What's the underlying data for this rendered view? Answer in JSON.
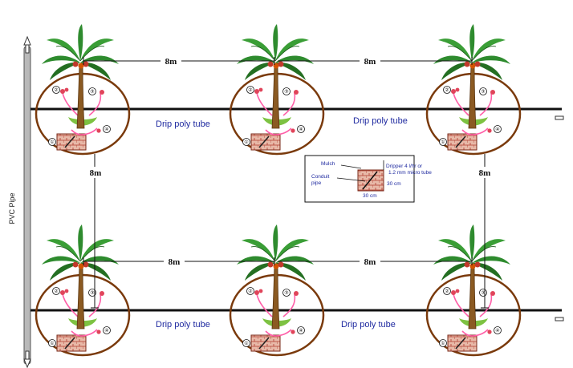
{
  "labels": {
    "drip_tube": "Drip poly tube",
    "pvc_pipe": "PVC Pipe",
    "spacing": "8m"
  },
  "markers": [
    "①",
    "②",
    "③",
    "④"
  ],
  "inset": {
    "mulch": "Mulch",
    "conduit_line1": "Conduit",
    "conduit_line2": "pipe",
    "dripper_line1": "Dripper 4 l/hr or",
    "dripper_line2": "1.2 mm micro tube",
    "depth": "30 cm",
    "width": "30 cm"
  },
  "colors": {
    "leaf": "#2e8b2e",
    "trunk": "#7a4a16",
    "basin": "#7a3a0c",
    "brick": "#c0392b",
    "tube": "#ff5fa8",
    "text_blue": "#1f2aa0"
  }
}
